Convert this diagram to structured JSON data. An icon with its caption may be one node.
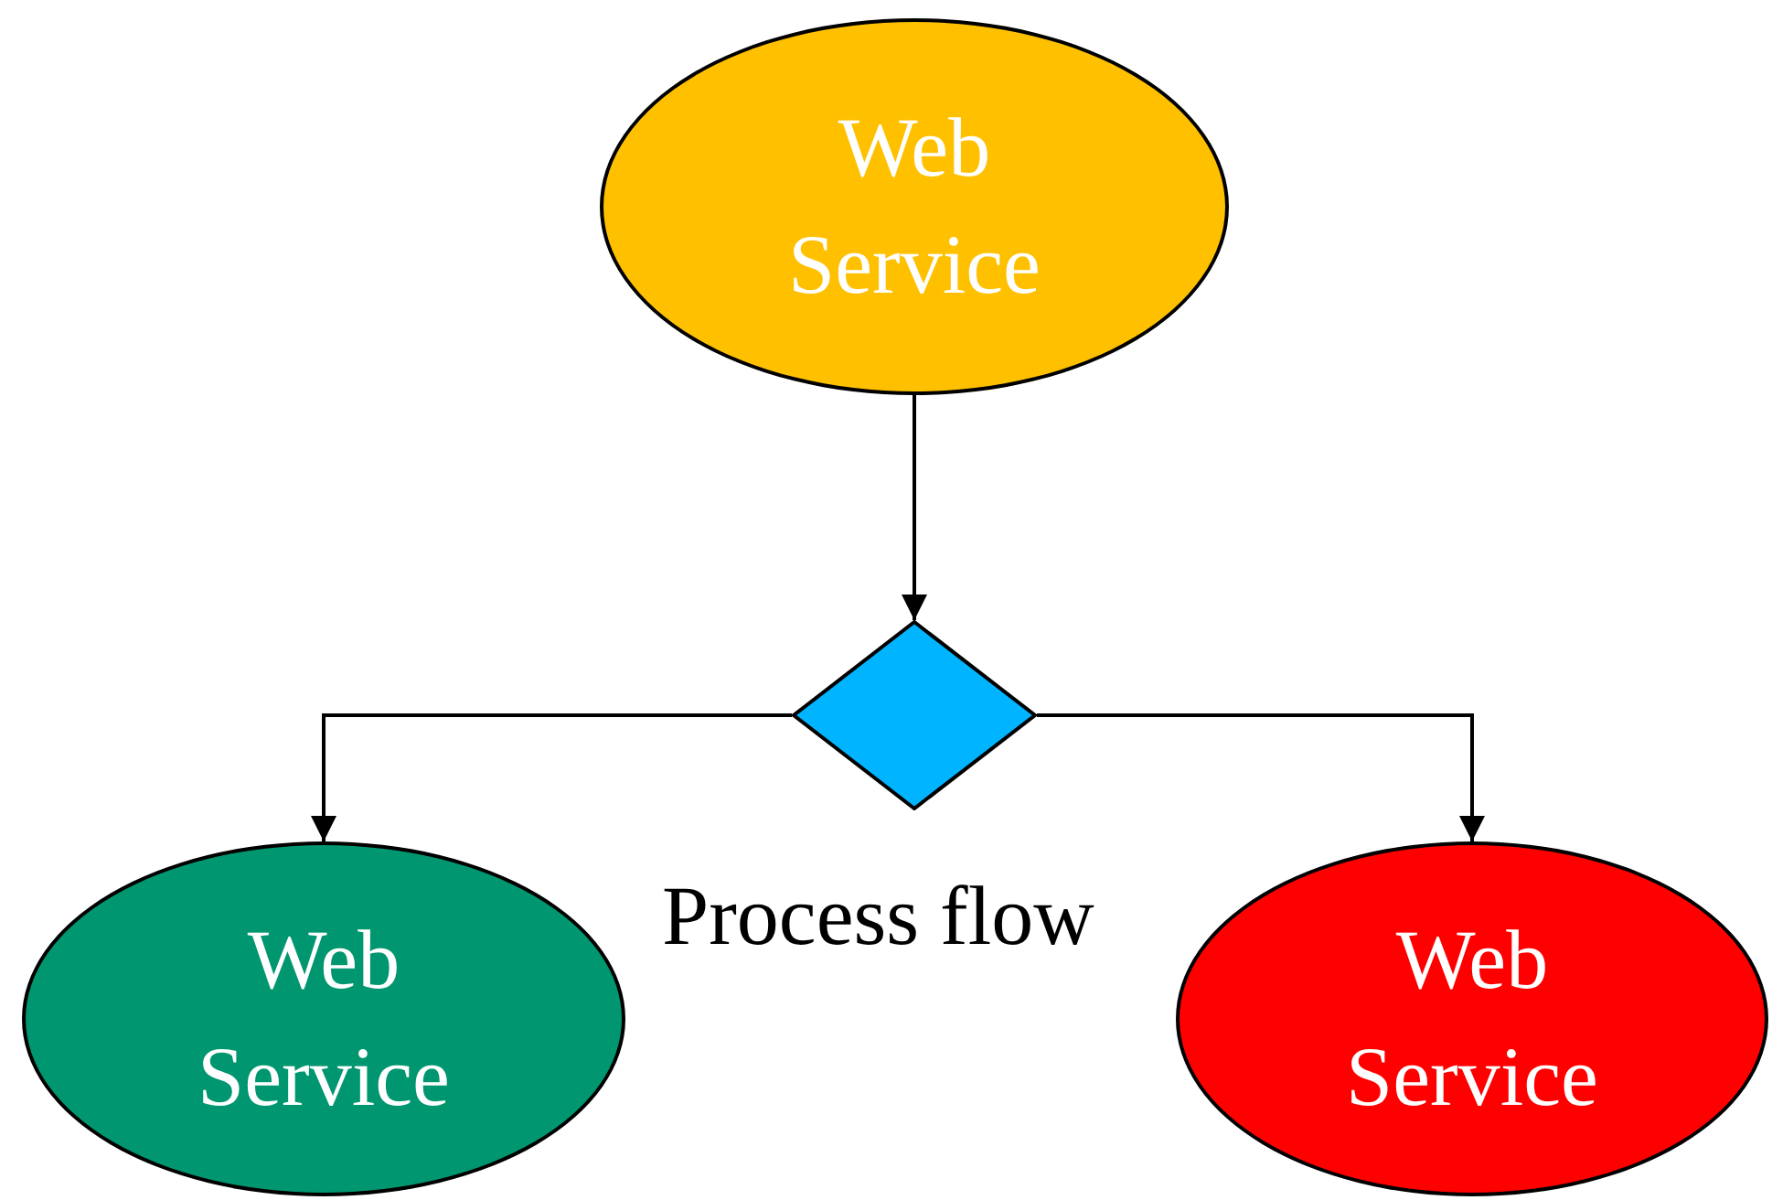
{
  "diagram": {
    "nodes": [
      {
        "text": [
          "Web Service"
        ]
      },
      {
        "text": [],
        "shape": "diamond",
        "beside": [
          "Process flow"
        ]
      },
      {
        "text": [
          "Web Service"
        ]
      },
      {
        "text": [
          "Web Service"
        ]
      }
    ],
    "edges": [
      {
        "from": 0,
        "to": 1,
        "arrow": "to"
      },
      {
        "from": 1,
        "to": 2,
        "arrow": "to"
      },
      {
        "from": 1,
        "to": 3,
        "arrow": "to"
      }
    ]
  }
}
